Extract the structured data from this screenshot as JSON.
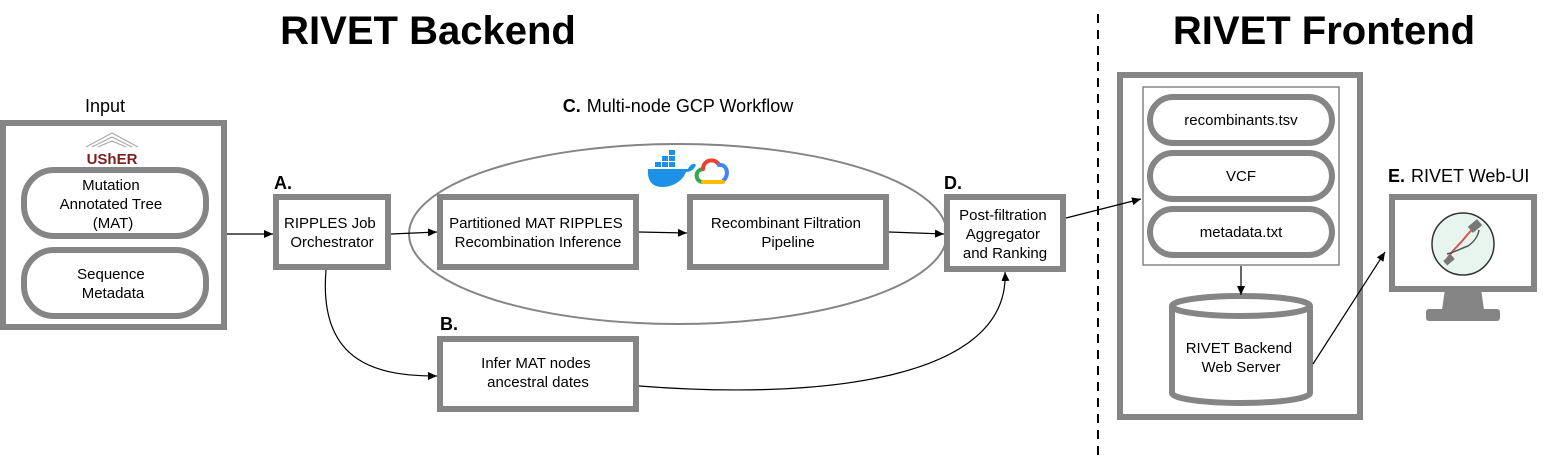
{
  "headers": {
    "backend": "RIVET Backend",
    "frontend": "RIVET Frontend"
  },
  "input": {
    "title": "Input",
    "logo_text": "UShER",
    "mat": [
      "Mutation",
      "Annotated Tree",
      "(MAT)"
    ],
    "metadata": [
      "Sequence",
      "Metadata"
    ]
  },
  "step_a": {
    "letter": "A.",
    "label": [
      "RIPPLES Job",
      "Orchestrator"
    ]
  },
  "step_b": {
    "letter": "B.",
    "label": [
      "Infer MAT nodes",
      "ancestral dates"
    ]
  },
  "step_c": {
    "letter": "C.",
    "title": "Multi-node GCP Workflow",
    "partitioned": [
      "Partitioned MAT RIPPLES",
      "Recombination Inference"
    ],
    "filtration": [
      "Recombinant Filtration",
      "Pipeline"
    ],
    "icons": [
      "docker-icon",
      "google-cloud-icon"
    ]
  },
  "step_d": {
    "letter": "D.",
    "label": [
      "Post-filtration",
      "Aggregator",
      "and Ranking"
    ]
  },
  "frontend": {
    "files": [
      "recombinants.tsv",
      "VCF",
      "metadata.txt"
    ],
    "server": [
      "RIVET Backend",
      "Web Server"
    ]
  },
  "step_e": {
    "letter": "E.",
    "title": "RIVET Web-UI"
  },
  "colors": {
    "box_stroke": "#858585",
    "logo_red": "#7a1f1f",
    "docker_blue": "#1d91e6",
    "gcloud_blue": "#4285f4",
    "gcloud_red": "#ea4335",
    "gcloud_yellow": "#fbbc05",
    "gcloud_green": "#34a853"
  }
}
